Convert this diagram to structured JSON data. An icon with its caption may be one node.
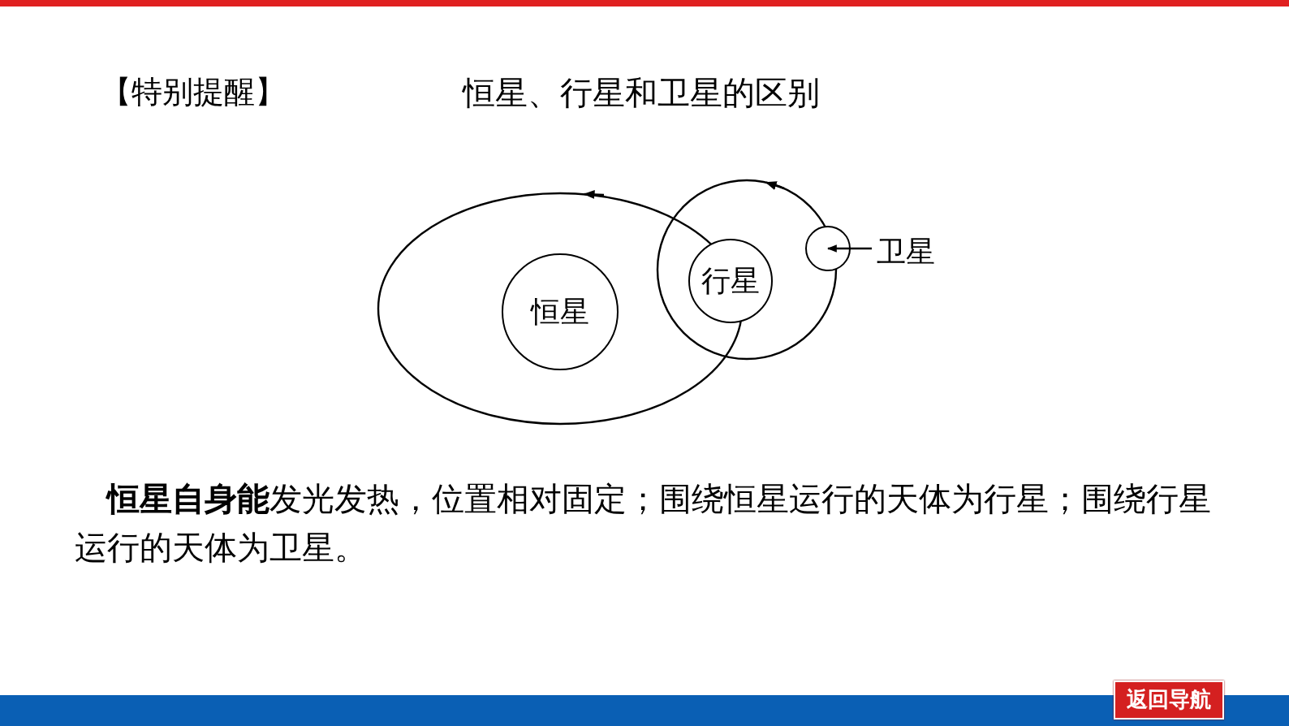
{
  "diagram": {
    "title": "恒星、行星和卫星的区别",
    "nodes": [
      {
        "text": [
          "恒星"
        ]
      },
      {
        "text": [
          "行星"
        ]
      },
      {
        "text": [
          "卫星"
        ]
      },
      {
        "text": [],
        "shape": "circle"
      }
    ],
    "edges": [
      {
        "from": 2,
        "to": 3,
        "arrow": "to"
      }
    ],
    "labels": [
      "【特别提醒】",
      "**恒星自身能**发光发热，位置相对固定；围绕恒星运行的天体为行星；围绕行星运行的天体为卫星。",
      "返回导航"
    ]
  }
}
